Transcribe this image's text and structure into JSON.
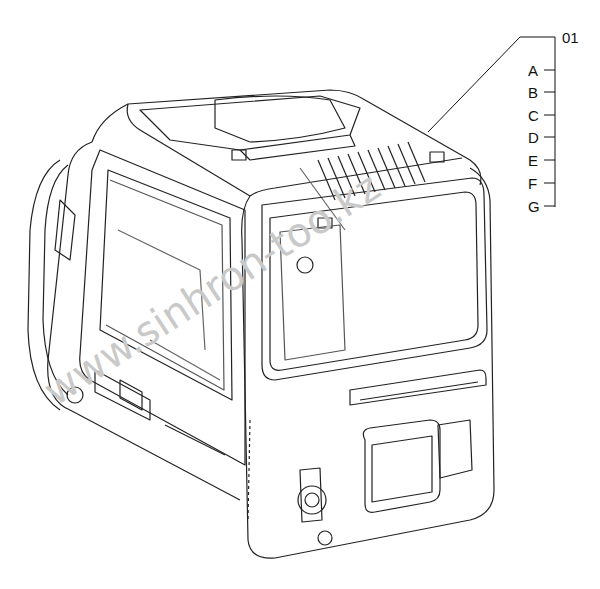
{
  "diagram": {
    "labels": [
      "01",
      "A",
      "B",
      "C",
      "D",
      "E",
      "F",
      "G",
      "www.sinhron-too.kz"
    ]
  }
}
